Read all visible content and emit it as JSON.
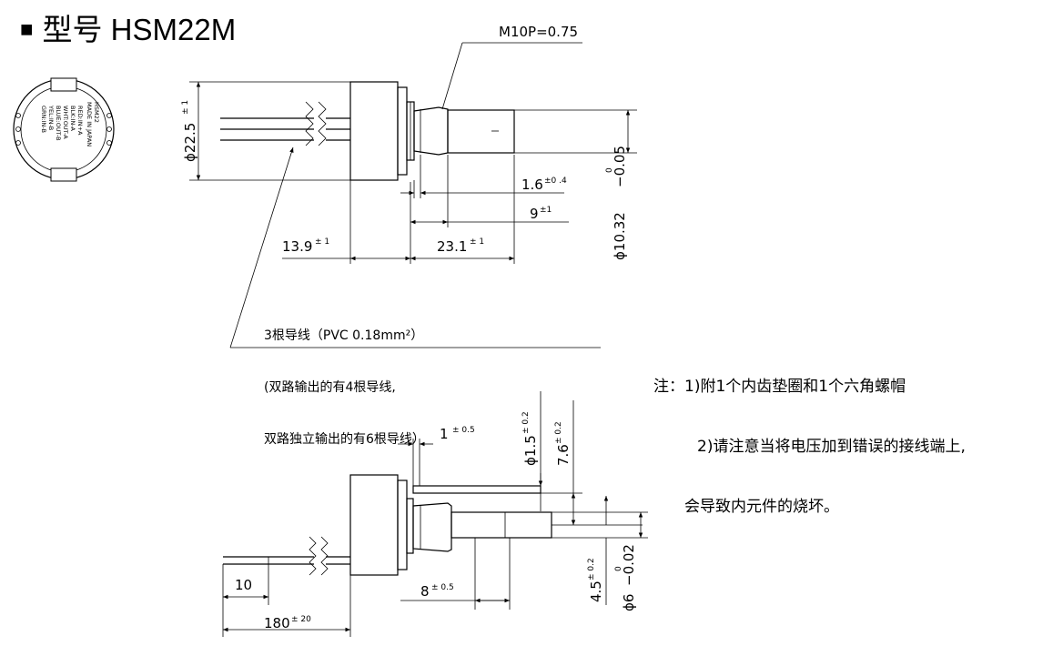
{
  "header": {
    "marker": "■",
    "title": "型号 HSM22M"
  },
  "dimensions": {
    "thread": "M10P=0.75",
    "body_dia": "ϕ22.5",
    "body_dia_tol": "± 1",
    "shaft_dia": "ϕ10.32",
    "shaft_dia_tol_upper": "0",
    "shaft_dia_tol_lower": "−0.05",
    "dim_1_6": "1.6",
    "dim_1_6_tol": "±0 .4",
    "dim_9": "9",
    "dim_9_tol": "±1",
    "dim_13_9": "13.9",
    "dim_13_9_tol": "± 1",
    "dim_23_1": "23.1",
    "dim_23_1_tol": "± 1",
    "dim_1": "1",
    "dim_1_tol": "± 0.5",
    "pin_dia": "ϕ1.5",
    "pin_dia_tol": "± 0.2",
    "dim_7_6": "7.6",
    "dim_7_6_tol": "± 0.2",
    "dim_4_5": "4.5",
    "dim_4_5_tol": "± 0.2",
    "shaft6_dia": "ϕ6",
    "shaft6_tol_upper": "0",
    "shaft6_tol_lower": "−0.02",
    "dim_8": "8",
    "dim_8_tol": "± 0.5",
    "dim_10": "10",
    "dim_180": "180",
    "dim_180_tol": "± 20"
  },
  "wire_note": {
    "line1": "3根导线（PVC 0.18mm²）",
    "line2": "(双路输出的有4根导线,",
    "line3": "双路独立输出的有6根导线）"
  },
  "notes": {
    "line1": "注：1)附1个内齿垫圈和1个六角螺帽",
    "line2": "2)请注意当将电压加到错误的接线端上,",
    "line3": "会导致内元件的烧坏。"
  },
  "face_labels": [
    "HSM22",
    "MADE IN JAPAN",
    "RED:IN+A",
    "BLK:IN-A",
    "WHT:OUT-A",
    "BLUE:OUT-B",
    "YEL:IN-B",
    "GRN:IN-B"
  ]
}
